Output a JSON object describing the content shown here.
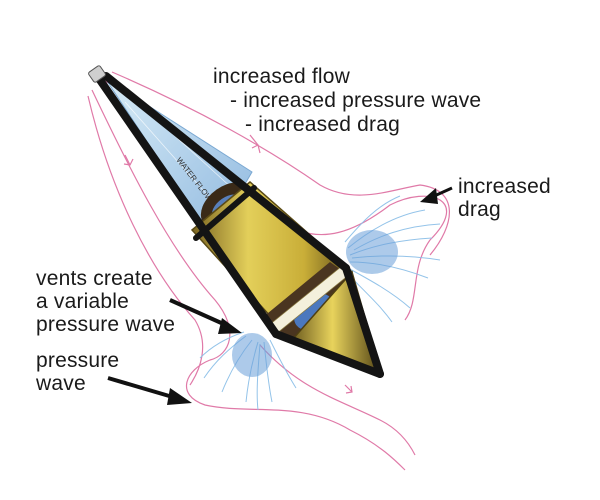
{
  "labels": {
    "flow_line1": "increased flow",
    "flow_line2": "- increased pressure wave",
    "flow_line3": "- increased drag",
    "drag_line1": "increased",
    "drag_line2": "drag",
    "vents_line1": "vents create",
    "vents_line2": "a variable",
    "vents_line3": "pressure wave",
    "pressure_line1": "pressure",
    "pressure_line2": "wave"
  },
  "device_text": "WATER FLOW",
  "colors": {
    "flow_lines": "#e07aa8",
    "cone_yellow": "#d9c24a",
    "cone_dark": "#6b5a1e",
    "bands": "#141414",
    "water_blue": "#5f8fd8",
    "spray": "#9cc6ea",
    "text": "#1a1a1a"
  }
}
